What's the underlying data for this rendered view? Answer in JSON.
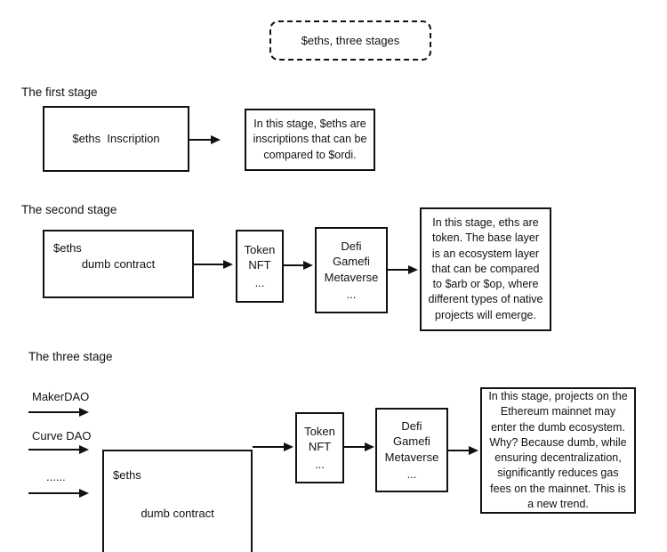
{
  "colors": {
    "background": "#ffffff",
    "border": "#111111",
    "text": "#111111"
  },
  "title_box": {
    "label": "$eths, three stages"
  },
  "stage1": {
    "heading": "The first stage",
    "main_box_label": "$eths  Inscription",
    "description": "In this stage, $eths are inscriptions that can be compared to $ordi."
  },
  "stage2": {
    "heading": "The second stage",
    "main_box_tag": "$eths",
    "main_box_label": "dumb contract",
    "token_box": [
      "Token",
      "NFT",
      "..."
    ],
    "defi_box": [
      "Defi",
      "Gamefi",
      "Metaverse",
      "..."
    ],
    "description": "In this stage, eths are token. The base layer is an ecosystem layer that can be compared to $arb or $op, where different types of native projects will emerge."
  },
  "stage3": {
    "heading": "The three stage",
    "inputs": [
      "MakerDAO",
      "Curve DAO",
      "......"
    ],
    "main_box_tag": "$eths",
    "main_box_label": "dumb contract",
    "token_box": [
      "Token",
      "NFT",
      "..."
    ],
    "defi_box": [
      "Defi",
      "Gamefi",
      "Metaverse",
      "..."
    ],
    "description": "In this stage, projects on the Ethereum mainnet may enter the dumb ecosystem. Why? Because dumb, while ensuring decentralization, significantly reduces gas fees on the mainnet. This is a new trend."
  }
}
